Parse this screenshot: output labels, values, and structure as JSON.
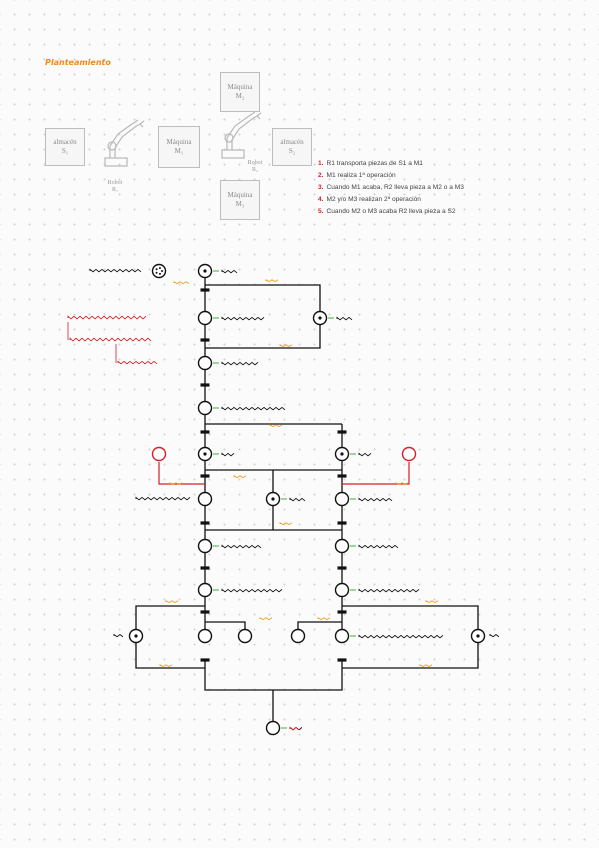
{
  "title": "Planteamiento",
  "scene": {
    "boxes": [
      {
        "key": "s1",
        "label": "almacén",
        "sub": "S₁"
      },
      {
        "key": "m1",
        "label": "Máquina",
        "sub": "M₁"
      },
      {
        "key": "m2",
        "label": "Máquina",
        "sub": "M₂"
      },
      {
        "key": "m3",
        "label": "Máquina",
        "sub": "M₃"
      },
      {
        "key": "s2",
        "label": "almacén",
        "sub": "S₂"
      }
    ],
    "robots": [
      {
        "key": "r1",
        "label": "Robot",
        "sub": "R₁"
      },
      {
        "key": "r2",
        "label": "Robot",
        "sub": "R₂"
      }
    ]
  },
  "steps": [
    {
      "num": "1.",
      "text": "R1 transporta piezas de S1 a M1"
    },
    {
      "num": "2.",
      "text": "M1 realiza 1ª operación"
    },
    {
      "num": "3.",
      "text": "Cuando M1 acaba, R2 lleva pieza a M2 o a M3"
    },
    {
      "num": "4.",
      "text": "M2 y/o M3 realizan 2ª operación"
    },
    {
      "num": "5.",
      "text": "Cuando M2 o M3 acaba R2 lleva pieza a S2"
    }
  ],
  "colors": {
    "title": "#f08a1c",
    "step_number": "#d4202a",
    "net": "#111111",
    "label_green": "#3cb043",
    "label_orange": "#f0a020",
    "annotation_red": "#d4202a"
  }
}
